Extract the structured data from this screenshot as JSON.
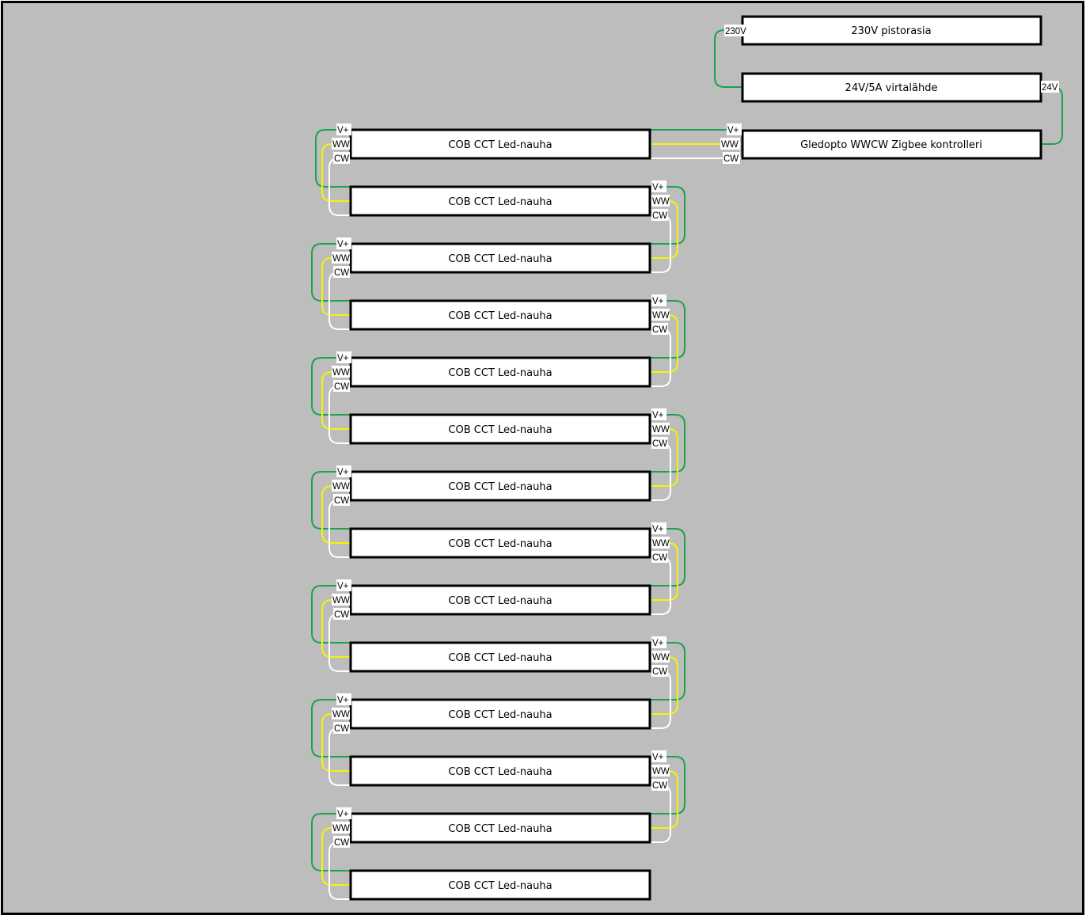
{
  "diagram": {
    "type": "wiring-diagram",
    "colors": {
      "background": "#bdbdbd",
      "box_fill": "#ffffff",
      "box_border": "#000000",
      "wire_vplus": "#1aa34a",
      "wire_ww": "#f5f500",
      "wire_cw": "#ffffff"
    },
    "power_chain": {
      "outlet": {
        "label": "230V pistorasia",
        "pin": "230V"
      },
      "psu": {
        "label": "24V/5A virtalähde",
        "pin": "24V"
      },
      "controller": {
        "label": "Gledopto WWCW  Zigbee kontrolleri",
        "pins": [
          "V+",
          "WW",
          "CW"
        ]
      }
    },
    "strip_pins": [
      "V+",
      "WW",
      "CW"
    ],
    "strips": [
      {
        "label": "COB CCT Led-nauha"
      },
      {
        "label": "COB CCT Led-nauha"
      },
      {
        "label": "COB CCT Led-nauha"
      },
      {
        "label": "COB CCT Led-nauha"
      },
      {
        "label": "COB CCT Led-nauha"
      },
      {
        "label": "COB CCT Led-nauha"
      },
      {
        "label": "COB CCT Led-nauha"
      },
      {
        "label": "COB CCT Led-nauha"
      },
      {
        "label": "COB CCT Led-nauha"
      },
      {
        "label": "COB CCT Led-nauha"
      },
      {
        "label": "COB CCT Led-nauha"
      },
      {
        "label": "COB CCT Led-nauha"
      },
      {
        "label": "COB CCT Led-nauha"
      },
      {
        "label": "COB CCT Led-nauha"
      }
    ]
  }
}
